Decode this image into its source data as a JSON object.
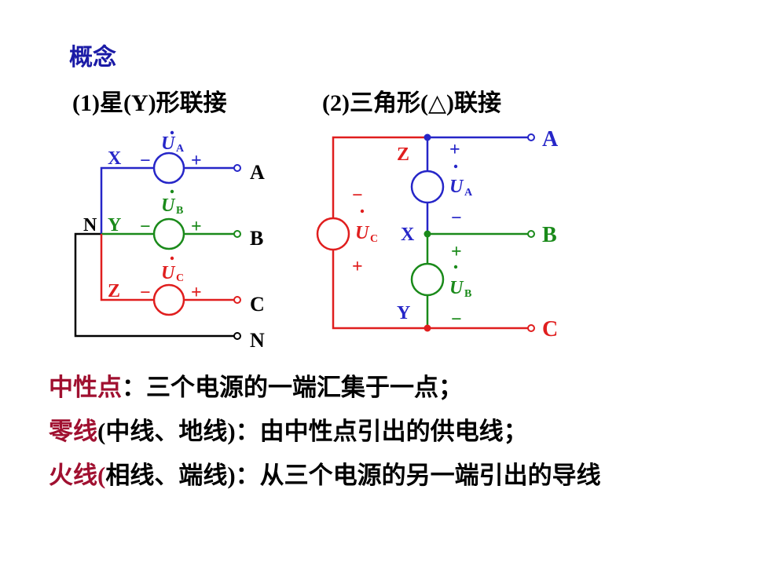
{
  "title": "概念",
  "sub1": "(1)星(Y)形联接",
  "sub2": "(2)三角形(△)联接",
  "labels": {
    "X": "X",
    "Y": "Y",
    "Z": "Z",
    "N": "N",
    "A": "A",
    "B": "B",
    "C": "C",
    "U": "U",
    "sA": "A",
    "sB": "B",
    "sC": "C",
    "plus": "+",
    "minus": "−",
    "dot": "·"
  },
  "colors": {
    "blue": "#2626c8",
    "green": "#1a8a1a",
    "red": "#e01e1e",
    "black": "#000000",
    "term": "#a01030"
  },
  "definitions": [
    {
      "term": "中性点",
      "sep": "：",
      "text": "三个电源的一端汇集于一点；"
    },
    {
      "term": "零线",
      "paren_open": "(",
      "paren_text": "中线、地线",
      "paren_close": ")",
      "sep": "：",
      "text": "由中性点引出的供电线；"
    },
    {
      "term": "火线",
      "paren_open": "(",
      "paren_text": "相线、端线",
      "paren_close": ")",
      "sep": "：",
      "text": "从三个电源的另一端引出的导线"
    }
  ]
}
